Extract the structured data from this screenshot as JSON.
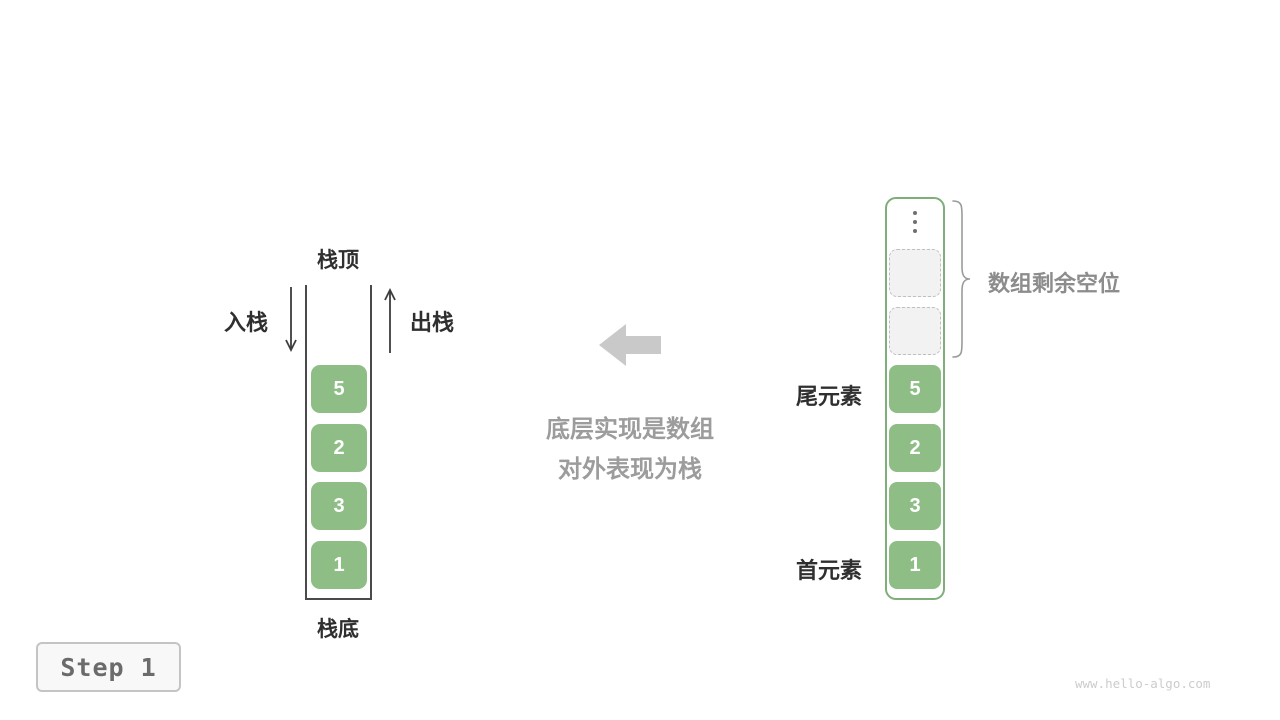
{
  "colors": {
    "cell_green": "#8EBE85",
    "array_border_green": "#7FAF79",
    "gray_text": "#8c8c8c",
    "dark_text": "#2f2f2f",
    "big_arrow_gray": "#c9c9c9",
    "empty_slot_fill": "#F2F2F2"
  },
  "left_stack": {
    "top_label": "栈顶",
    "bottom_label": "栈底",
    "push_label": "入栈",
    "pop_label": "出栈",
    "cells": [
      "5",
      "2",
      "3",
      "1"
    ]
  },
  "caption": {
    "line1": "底层实现是数组",
    "line2": "对外表现为栈"
  },
  "right_array": {
    "remaining_label": "数组剩余空位",
    "tail_label": "尾元素",
    "head_label": "首元素",
    "empty_slot_count": 2,
    "cells": [
      "5",
      "2",
      "3",
      "1"
    ]
  },
  "footer": {
    "step_label": "Step 1",
    "watermark": "www.hello-algo.com"
  }
}
